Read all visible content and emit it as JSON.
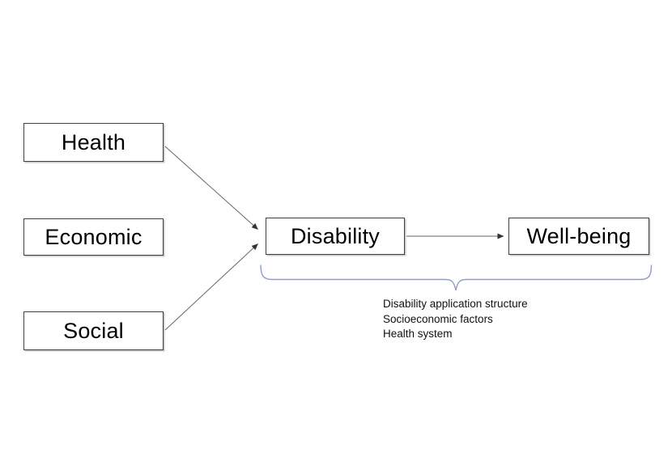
{
  "diagram": {
    "nodes": {
      "health": {
        "label": "Health"
      },
      "economic": {
        "label": "Economic"
      },
      "social": {
        "label": "Social"
      },
      "disability": {
        "label": "Disability"
      },
      "wellbeing": {
        "label": "Well-being"
      }
    },
    "edges": [
      {
        "from": "Health",
        "to": "Disability"
      },
      {
        "from": "Social",
        "to": "Disability"
      },
      {
        "from": "Disability",
        "to": "Well-being"
      }
    ],
    "annotation": {
      "lines": {
        "0": "Disability application structure",
        "1": "Socioeconomic factors",
        "2": "Health system"
      }
    },
    "colors": {
      "arrow": "#666666",
      "arrowhead": "#333333",
      "brace": "#8f9cc9",
      "box_border": "#404040",
      "background": "#ffffff"
    }
  }
}
